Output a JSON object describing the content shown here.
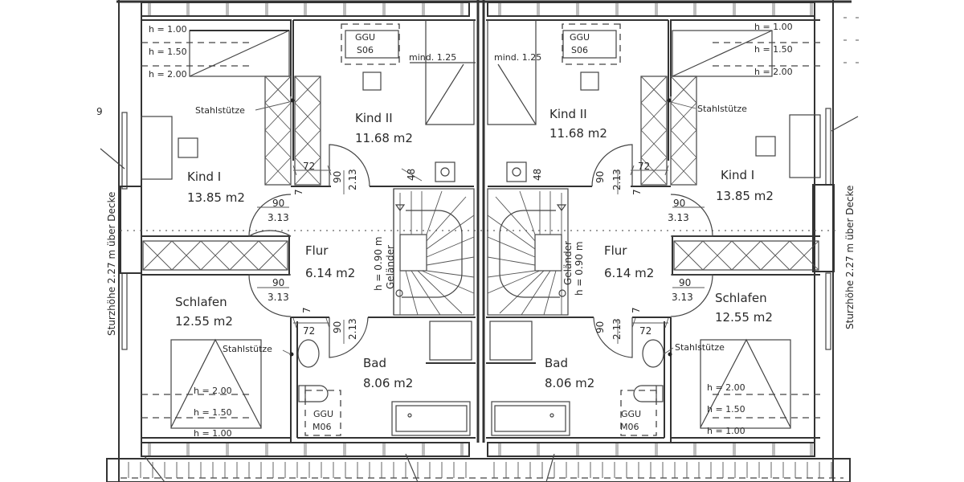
{
  "plan": {
    "left_unit": {
      "rooms": {
        "kind1": {
          "name": "Kind I",
          "area": "13.85 m2"
        },
        "kind2": {
          "name": "Kind II",
          "area": "11.68 m2"
        },
        "flur": {
          "name": "Flur",
          "area": "6.14 m2"
        },
        "schlafen": {
          "name": "Schlafen",
          "area": "12.55 m2"
        },
        "bad": {
          "name": "Bad",
          "area": "8.06 m2"
        }
      },
      "heights_top": [
        "h = 1.00",
        "h = 1.50",
        "h = 2.00"
      ],
      "heights_bottom": [
        "h = 2.00",
        "h = 1.50",
        "h = 1.00"
      ],
      "ggu_top": [
        "GGU",
        "S06"
      ],
      "ggu_bath": [
        "GGU",
        "M06"
      ],
      "min_clearance": "mind. 1.25",
      "steel_column_top": "Stahlstütze",
      "steel_column_bottom": "Stahlstütze",
      "railing": "h = 0.90 m",
      "railing_label": "Geländer",
      "lintel_note": "Sturzhöhe 2.27 m über Decke",
      "edge_mark": "9",
      "dims": {
        "door_width_72_top": "72",
        "door_72_bottom": "72",
        "offset_7_top": "7",
        "offset_7_bottom": "7",
        "door_90_213_a_w": "90",
        "door_90_213_a_h": "2.13",
        "door_90_213_b_w": "90",
        "door_90_213_b_h": "2.13",
        "door_90_313_a_w": "90",
        "door_90_313_a_h": "3.13",
        "door_90_313_b_w": "90",
        "door_90_313_b_h": "3.13",
        "wall_48": "48"
      }
    },
    "right_unit": {
      "rooms": {
        "kind1": {
          "name": "Kind I",
          "area": "13.85 m2"
        },
        "kind2": {
          "name": "Kind II",
          "area": "11.68 m2"
        },
        "flur": {
          "name": "Flur",
          "area": "6.14 m2"
        },
        "schlafen": {
          "name": "Schlafen",
          "area": "12.55 m2"
        },
        "bad": {
          "name": "Bad",
          "area": "8.06 m2"
        }
      },
      "heights_top": [
        "h = 1.00",
        "h = 1.50",
        "h = 2.00"
      ],
      "heights_bottom": [
        "h = 2.00",
        "h = 1.50",
        "h = 1.00"
      ],
      "ggu_top": [
        "GGU",
        "S06"
      ],
      "ggu_bath": [
        "GGU",
        "M06"
      ],
      "min_clearance": "mind. 1.25",
      "steel_column_top": "Stahlstütze",
      "steel_column_bottom": "Stahlstütze",
      "railing": "h = 0.90 m",
      "railing_label": "Geländer",
      "lintel_note": "Sturzhöhe 2.27 m über Decke",
      "dims": {
        "door_width_72_top": "72",
        "door_72_bottom": "72",
        "offset_7_top": "7",
        "offset_7_bottom": "7",
        "door_90_213_a_w": "90",
        "door_90_213_a_h": "2.13",
        "door_90_213_b_w": "90",
        "door_90_213_b_h": "2.13",
        "door_90_313_a_w": "90",
        "door_90_313_a_h": "3.13",
        "door_90_313_b_w": "90",
        "door_90_313_b_h": "3.13",
        "wall_48": "48"
      }
    },
    "colors": {
      "line": "#333333",
      "background": "#ffffff",
      "hatch": "#bdbdbd"
    }
  }
}
